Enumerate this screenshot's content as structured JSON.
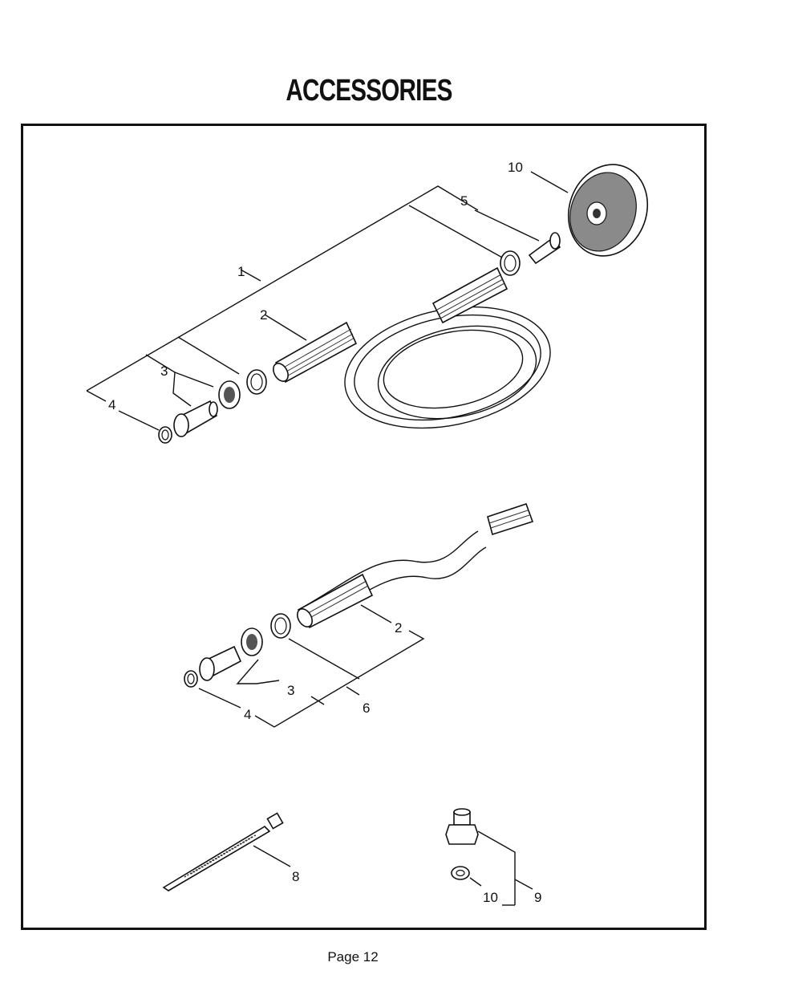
{
  "page": {
    "title": "ACCESSORIES",
    "footer": "Page 12"
  },
  "callouts": {
    "c1": "1",
    "c2a": "2",
    "c3a": "3",
    "c4a": "4",
    "c5": "5",
    "c10a": "10",
    "c2b": "2",
    "c3b": "3",
    "c4b": "4",
    "c6": "6",
    "c8": "8",
    "c9": "9",
    "c10b": "10"
  }
}
